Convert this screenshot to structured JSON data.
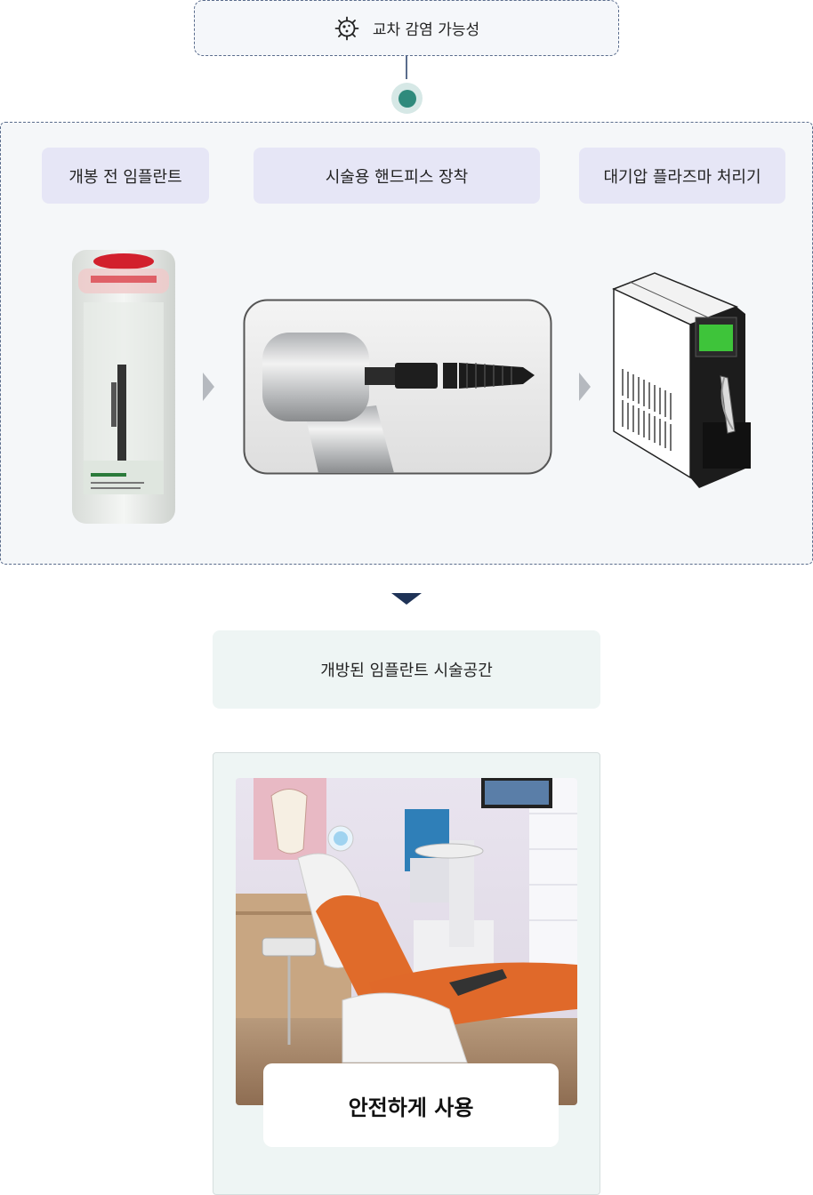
{
  "header": {
    "icon": "virus-icon",
    "label": "교차 감염 가능성"
  },
  "process": {
    "steps": [
      {
        "label": "개봉 전 임플란트",
        "icon": "implant-vial-image"
      },
      {
        "label": "시술용 핸드피스 장착",
        "icon": "handpiece-image"
      },
      {
        "label": "대기압 플라즈마 처리기",
        "icon": "plasma-device-image"
      }
    ]
  },
  "result": {
    "label": "개방된 임플란트 시술공간"
  },
  "outcome": {
    "label": "안전하게 사용",
    "image": "dental-clinic-photo"
  },
  "colors": {
    "accent": "#2f8a7c",
    "step_bg": "#e6e6f6",
    "result_bg": "#eef5f4",
    "arrow": "#1f3357"
  }
}
